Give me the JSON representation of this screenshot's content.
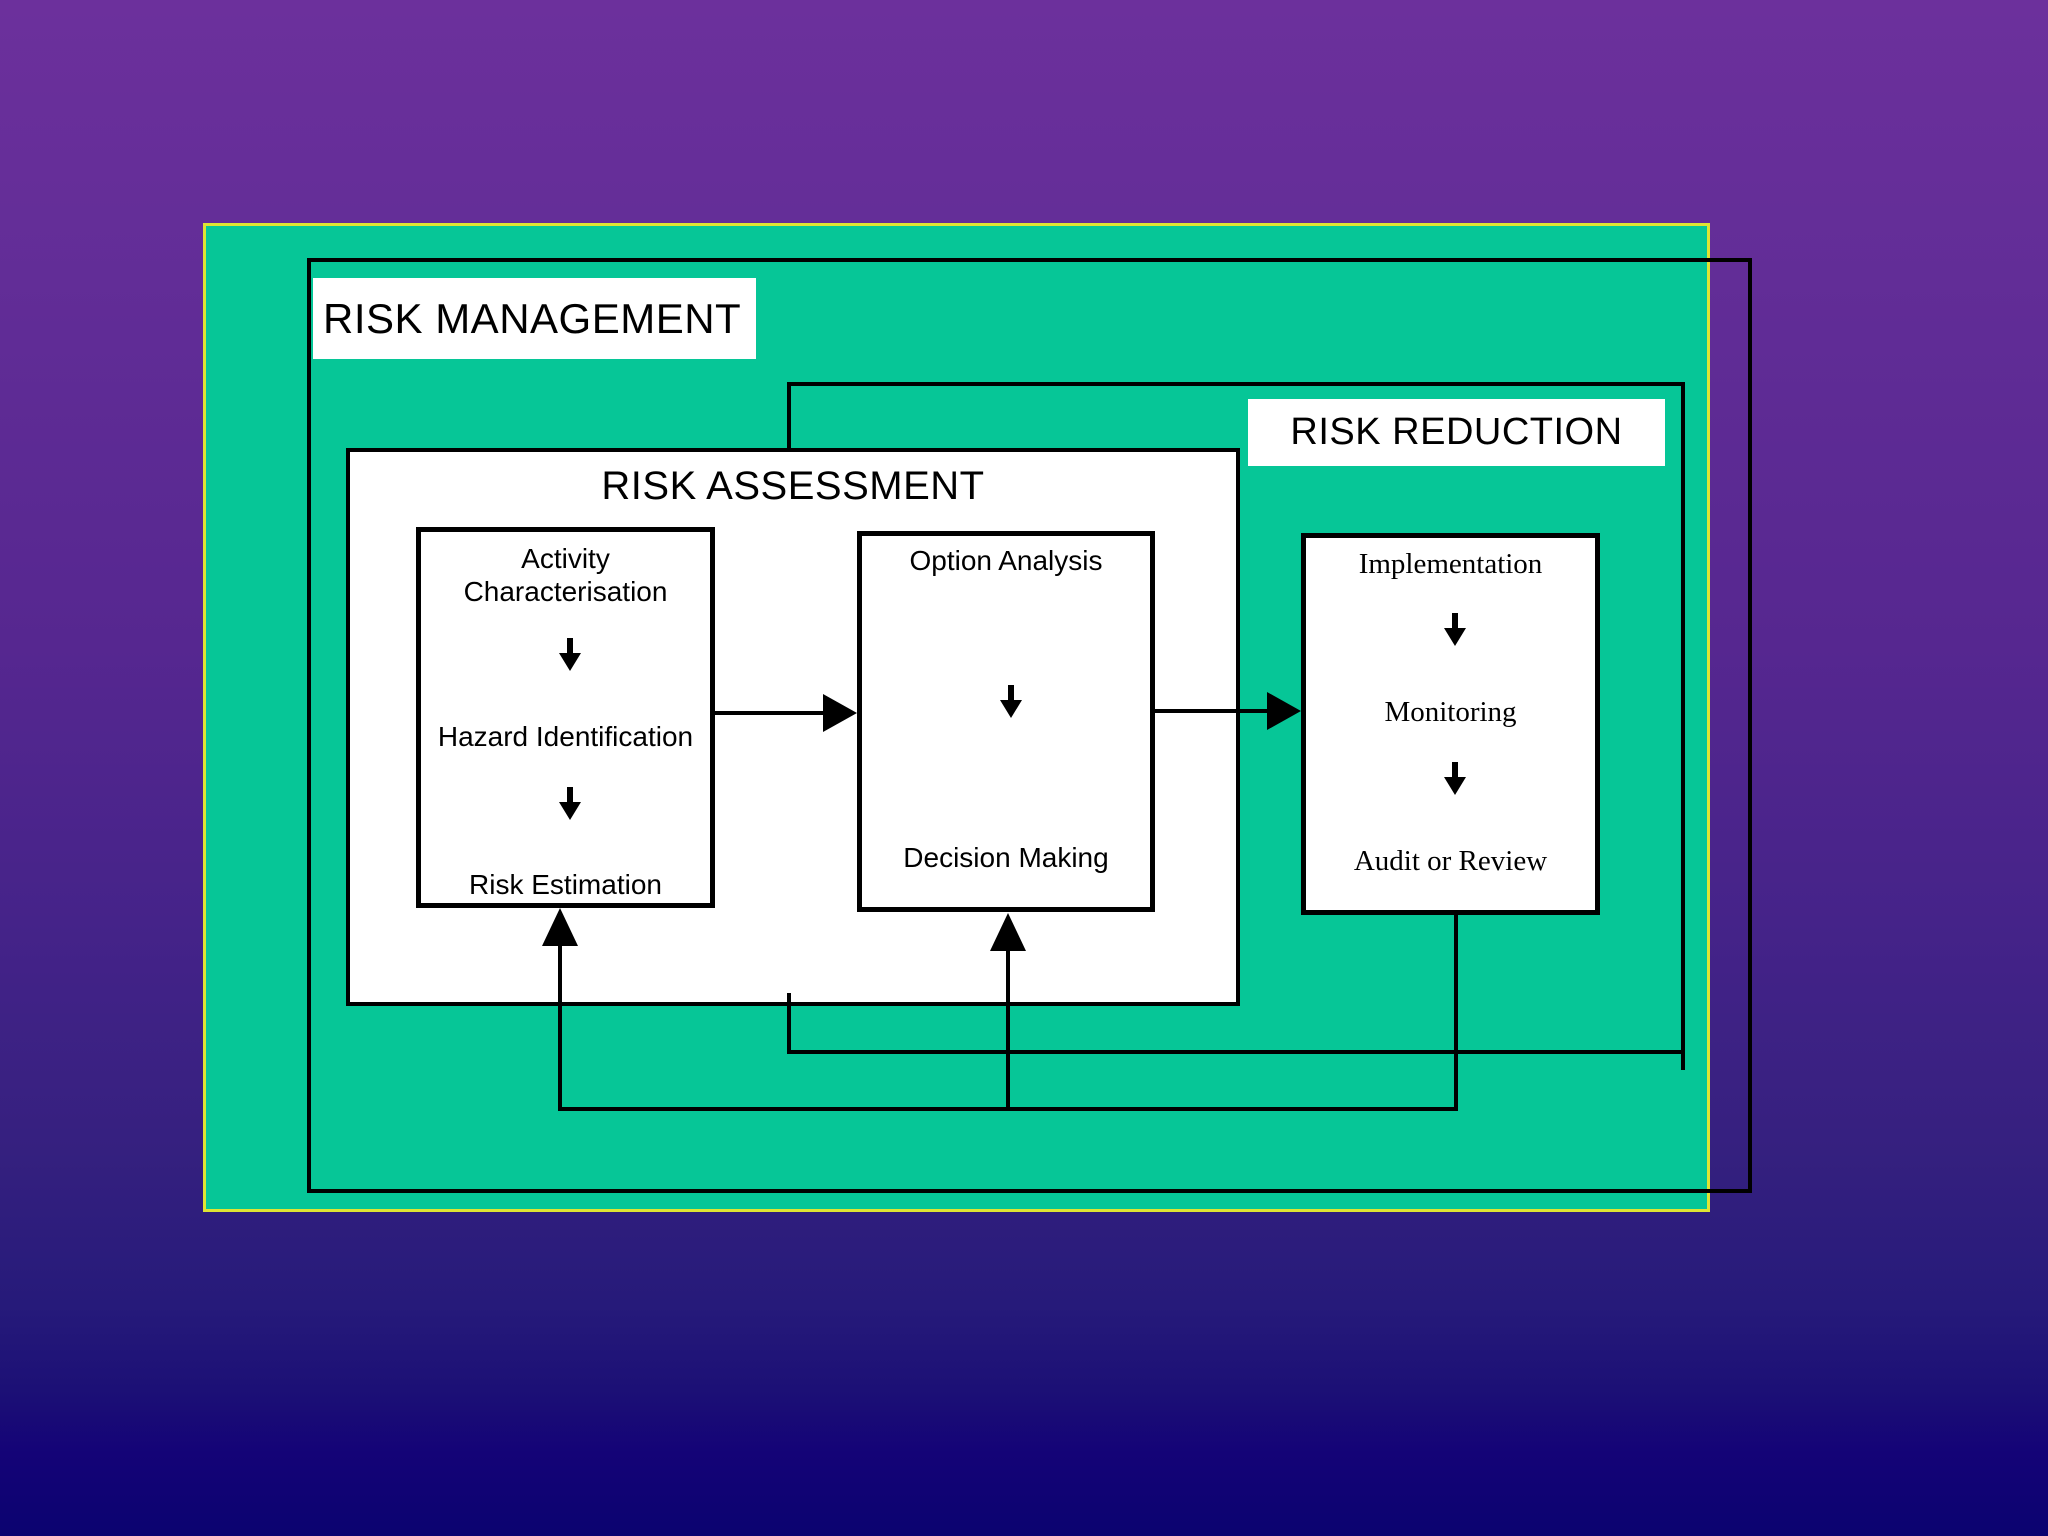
{
  "theme": {
    "background_gradient_top": "#6c309c",
    "background_gradient_bottom": "#0b0370",
    "panel_green": "#06c697",
    "panel_border_yellow": "#dfe433",
    "line_black": "#000000",
    "box_white": "#ffffff"
  },
  "slide": {
    "management": {
      "label": "RISK MANAGEMENT"
    },
    "reduction": {
      "label": "RISK REDUCTION"
    },
    "assessment": {
      "title": "RISK ASSESSMENT",
      "activity_box": {
        "step1": "Activity Characterisation",
        "step2": "Hazard Identification",
        "step3": "Risk Estimation"
      },
      "option_box": {
        "step1": "Option Analysis",
        "step2": "Decision Making"
      }
    },
    "implementation_box": {
      "step1": "Implementation",
      "step2": "Monitoring",
      "step3": "Audit or Review"
    }
  }
}
